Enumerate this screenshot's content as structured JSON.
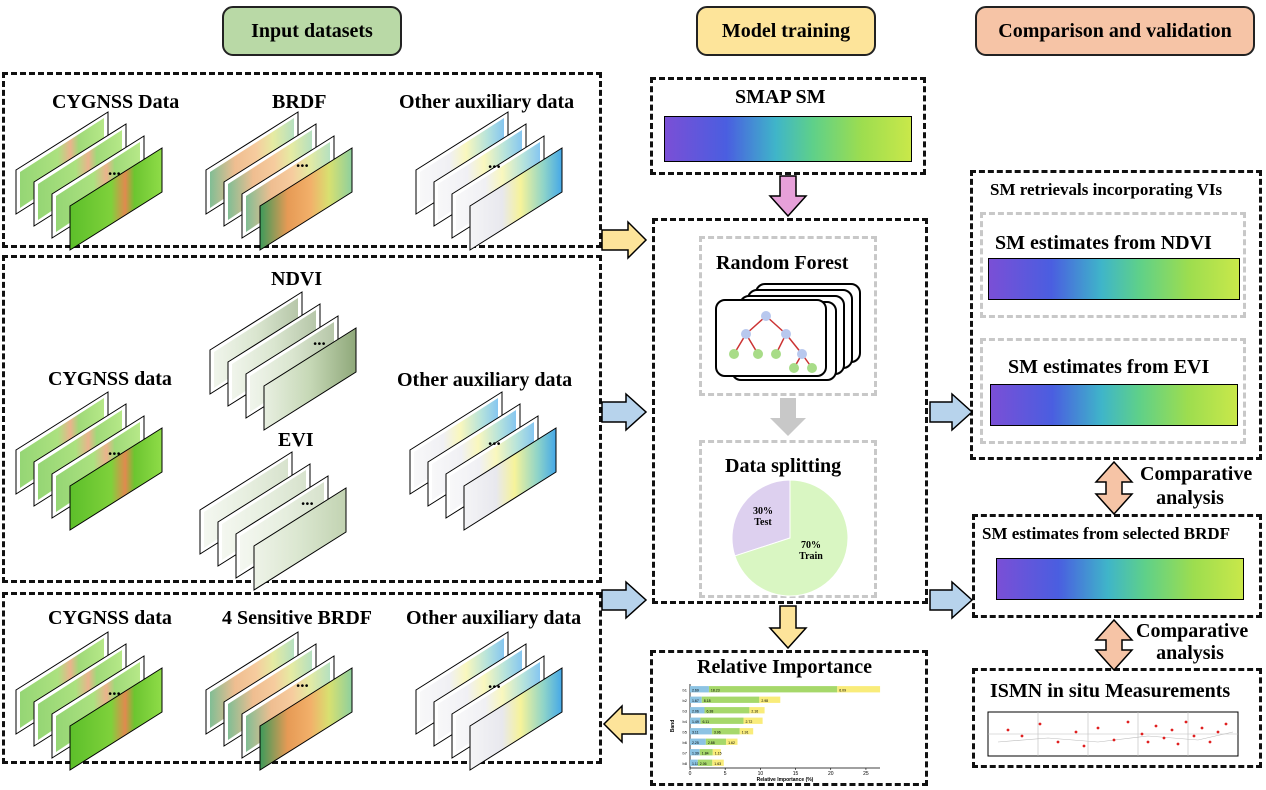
{
  "headers": {
    "input": "Input datasets",
    "model": "Model training",
    "compare": "Comparison and validation"
  },
  "colors": {
    "input_header": "#b9d9a6",
    "model_header": "#fde49a",
    "compare_header": "#f6c4a6",
    "arrow_yellow": "#fde49a",
    "arrow_blue": "#b7d3ec",
    "arrow_pink": "#e7a0d9",
    "arrow_orange": "#f6c4a6",
    "arrow_grey": "#c8c8c8",
    "pie_train": "#d9f6c2",
    "pie_test": "#ddd0ef"
  },
  "input": {
    "box1": {
      "col1": "CYGNSS Data",
      "col2": "BRDF",
      "col3": "Other auxiliary data"
    },
    "box2": {
      "col1": "CYGNSS data",
      "ndvi": "NDVI",
      "evi": "EVI",
      "col3": "Other auxiliary data"
    },
    "box3": {
      "col1": "CYGNSS data",
      "col2": "4 Sensitive BRDF",
      "col3": "Other auxiliary data"
    },
    "ellipsis": "..."
  },
  "model": {
    "smap": "SMAP SM",
    "rf": "Random Forest",
    "split": "Data splitting",
    "pie": {
      "train_pct": "70%",
      "train_label": "Train",
      "test_pct": "30%",
      "test_label": "Test",
      "train_value": 70,
      "test_value": 30
    },
    "importance": "Relative Importance"
  },
  "importance_chart": {
    "ylabel": "Band",
    "xlabel": "Relative Importance (%)",
    "xticks": [
      "0",
      "5",
      "10",
      "15",
      "20",
      "25"
    ],
    "bands": [
      "b1",
      "b2",
      "b3",
      "b4",
      "b5",
      "b6",
      "b7",
      "b8"
    ],
    "rows": [
      {
        "band": "b1",
        "values": [
          2.69,
          18.23,
          6.09
        ],
        "labels": [
          "2.69",
          "18.23",
          "6.09"
        ]
      },
      {
        "band": "b2",
        "values": [
          1.67,
          8.18,
          2.98
        ],
        "labels": [
          "1.67",
          "8.18",
          "2.98"
        ]
      },
      {
        "band": "b3",
        "values": [
          2.06,
          6.38,
          2.16
        ],
        "labels": [
          "2.06",
          "6.38",
          "2.16"
        ]
      },
      {
        "band": "b4",
        "values": [
          1.49,
          6.11,
          2.72
        ],
        "labels": [
          "1.49",
          "6.11",
          "2.72"
        ]
      },
      {
        "band": "b5",
        "values": [
          3.11,
          3.96,
          1.91
        ],
        "labels": [
          "3.11",
          "3.96",
          "1.91"
        ]
      },
      {
        "band": "b6",
        "values": [
          2.25,
          2.88,
          1.62
        ],
        "labels": [
          "2.25",
          "2.88",
          "1.62"
        ]
      },
      {
        "band": "b7",
        "values": [
          1.39,
          1.84,
          1.15
        ],
        "labels": [
          "1.39",
          "1.84",
          "1.15"
        ]
      },
      {
        "band": "b8",
        "values": [
          1.11,
          2.06,
          1.63
        ],
        "labels": [
          "1.11",
          "2.06",
          "1.63"
        ]
      }
    ]
  },
  "compare": {
    "group_title": "SM retrievals incorporating VIs",
    "ndvi": "SM estimates from NDVI",
    "evi": "SM estimates from EVI",
    "comparative1": "Comparative analysis",
    "brdf": "SM estimates from selected BRDF",
    "comparative2": "Comparative analysis",
    "ismn": "ISMN in situ Measurements"
  }
}
